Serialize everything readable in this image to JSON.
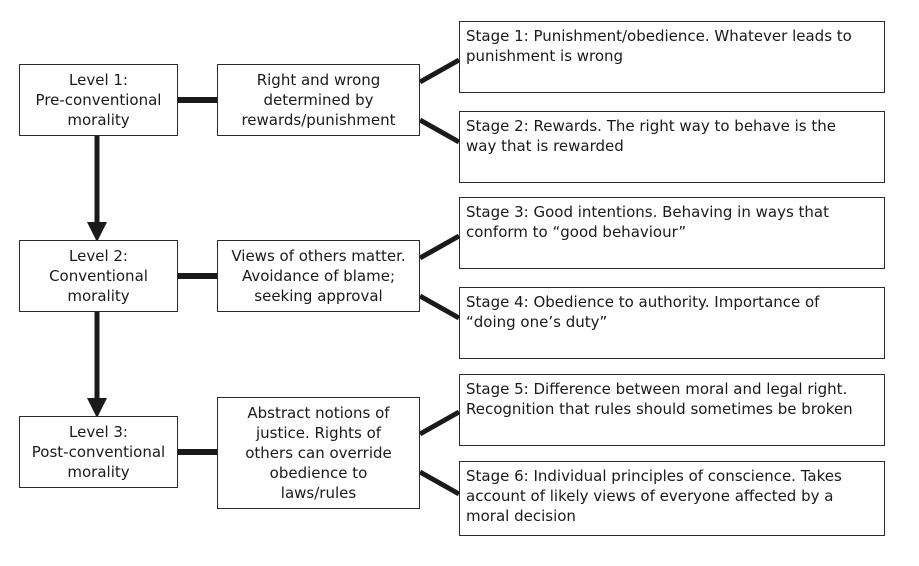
{
  "levels": [
    {
      "label": "Level 1:\nPre-conventional\nmorality",
      "description": "Right and wrong\ndetermined by\nrewards/punishment"
    },
    {
      "label": "Level 2:\nConventional\nmorality",
      "description": "Views of others matter.\nAvoidance of blame;\nseeking approval"
    },
    {
      "label": "Level 3:\nPost-conventional\nmorality",
      "description": "Abstract notions of\njustice. Rights of\nothers can override\nobedience to\nlaws/rules"
    }
  ],
  "stages": [
    "Stage 1: Punishment/obedience. Whatever leads to\npunishment is wrong",
    "Stage 2: Rewards. The right way to behave is the\nway that is rewarded",
    "Stage 3: Good intentions. Behaving in ways that\nconform to “good behaviour”",
    "Stage 4: Obedience to authority. Importance of\n“doing one’s duty”",
    "Stage 5: Difference between moral and legal right.\nRecognition that rules should sometimes be broken",
    "Stage 6: Individual principles of conscience. Takes\naccount of likely views of everyone affected by a\nmoral decision"
  ]
}
